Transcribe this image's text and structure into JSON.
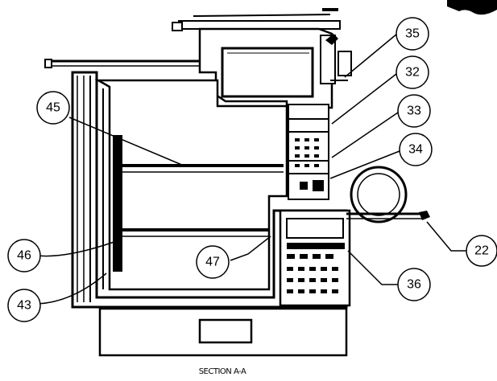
{
  "caption": "SECTION A-A",
  "callouts": [
    {
      "id": "c35",
      "label": "35"
    },
    {
      "id": "c32",
      "label": "32"
    },
    {
      "id": "c33",
      "label": "33"
    },
    {
      "id": "c34",
      "label": "34"
    },
    {
      "id": "c45",
      "label": "45"
    },
    {
      "id": "c46",
      "label": "46"
    },
    {
      "id": "c47",
      "label": "47"
    },
    {
      "id": "c43",
      "label": "43"
    },
    {
      "id": "c22",
      "label": "22"
    },
    {
      "id": "c36",
      "label": "36"
    }
  ]
}
